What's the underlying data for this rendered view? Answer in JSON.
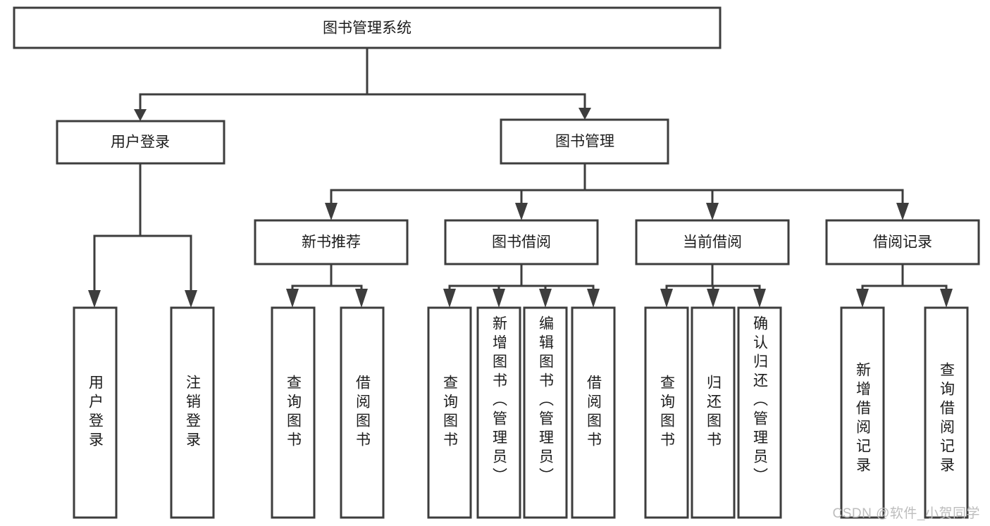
{
  "diagram": {
    "type": "tree-hierarchy",
    "title": "图书管理系统",
    "watermark": "CSDN @软件_小贺同学",
    "colors": {
      "background": "#ffffff",
      "box_stroke": "#3d3d3d",
      "box_fill": "#ffffff",
      "text": "#1c1c1c",
      "watermark": "#bdbdbd"
    },
    "levels": {
      "root": {
        "label": "图书管理系统",
        "orientation": "horizontal"
      },
      "level2": [
        {
          "label": "用户登录",
          "orientation": "horizontal"
        },
        {
          "label": "图书管理",
          "orientation": "horizontal"
        }
      ],
      "level3": [
        {
          "label": "新书推荐",
          "orientation": "horizontal",
          "parent": "图书管理"
        },
        {
          "label": "图书借阅",
          "orientation": "horizontal",
          "parent": "图书管理"
        },
        {
          "label": "当前借阅",
          "orientation": "horizontal",
          "parent": "图书管理"
        },
        {
          "label": "借阅记录",
          "orientation": "horizontal",
          "parent": "图书管理"
        }
      ],
      "leaves": [
        {
          "label": "用户登录",
          "orientation": "vertical",
          "parent": "用户登录"
        },
        {
          "label": "注销登录",
          "orientation": "vertical",
          "parent": "用户登录"
        },
        {
          "label": "查询图书",
          "orientation": "vertical",
          "parent": "新书推荐"
        },
        {
          "label": "借阅图书",
          "orientation": "vertical",
          "parent": "新书推荐"
        },
        {
          "label": "查询图书",
          "orientation": "vertical",
          "parent": "图书借阅"
        },
        {
          "label": "新增图书（管理员）",
          "orientation": "vertical",
          "parent": "图书借阅"
        },
        {
          "label": "编辑图书（管理员）",
          "orientation": "vertical",
          "parent": "图书借阅"
        },
        {
          "label": "借阅图书",
          "orientation": "vertical",
          "parent": "图书借阅"
        },
        {
          "label": "查询图书",
          "orientation": "vertical",
          "parent": "当前借阅"
        },
        {
          "label": "归还图书",
          "orientation": "vertical",
          "parent": "当前借阅"
        },
        {
          "label": "确认归还（管理员）",
          "orientation": "vertical",
          "parent": "当前借阅"
        },
        {
          "label": "新增借阅记录",
          "orientation": "vertical",
          "parent": "借阅记录"
        },
        {
          "label": "查询借阅记录",
          "orientation": "vertical",
          "parent": "借阅记录"
        }
      ]
    }
  }
}
